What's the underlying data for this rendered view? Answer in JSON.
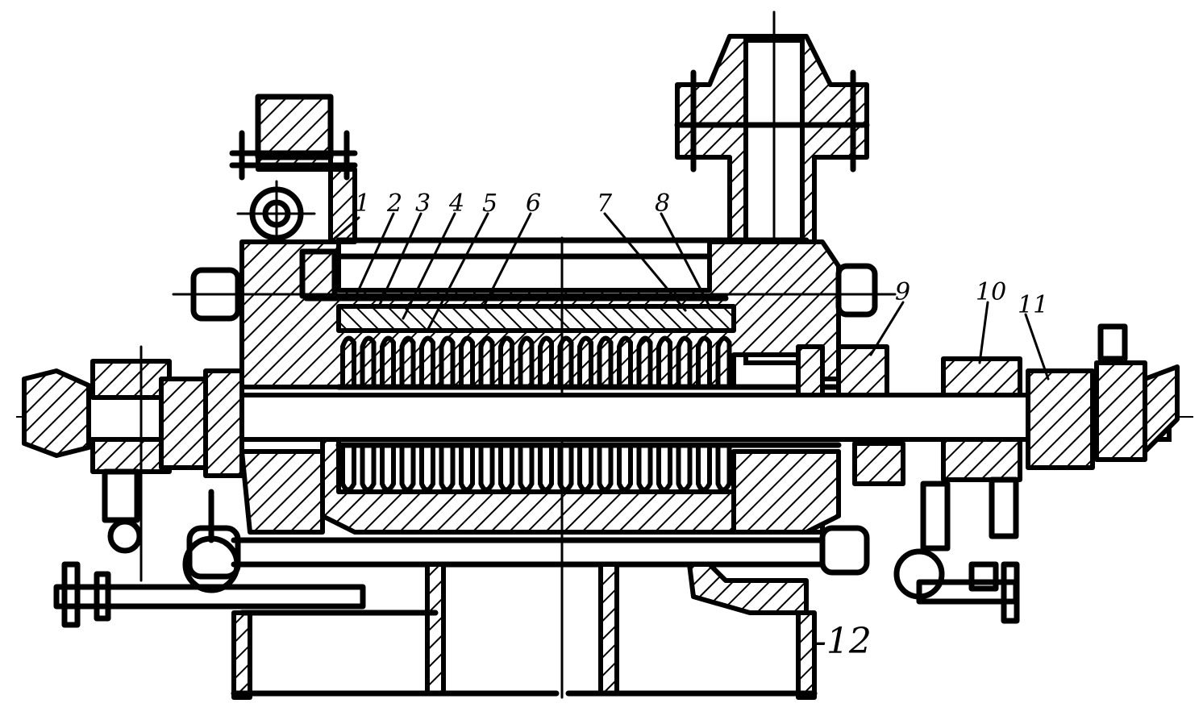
{
  "callouts": {
    "c1": "1",
    "c2": "2",
    "c3": "3",
    "c4": "4",
    "c5": "5",
    "c6": "6",
    "c7": "7",
    "c8": "8",
    "c9": "9",
    "c10": "10",
    "c11": "11",
    "c12": "-12"
  }
}
